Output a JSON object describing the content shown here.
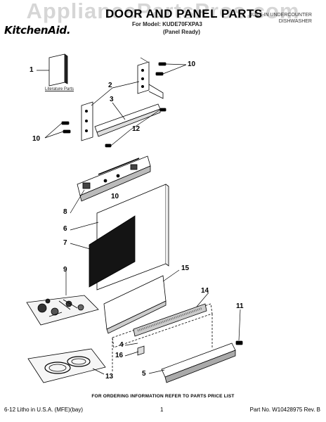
{
  "header": {
    "brand": "KitchenAid.",
    "title": "DOOR AND PANEL PARTS",
    "model_line": "For Model: KUDE70FXPA3",
    "panel_line": "(Panel Ready)",
    "subtitle": "BUILT-IN UNDERCOUNTER DISHWASHER",
    "watermark": "AppliancePartsPros.com"
  },
  "diagram": {
    "literature_label": "Literature Parts",
    "callouts": [
      {
        "id": "1",
        "text": "1"
      },
      {
        "id": "2",
        "text": "2"
      },
      {
        "id": "3",
        "text": "3"
      },
      {
        "id": "10a",
        "text": "10"
      },
      {
        "id": "10b",
        "text": "10"
      },
      {
        "id": "10c",
        "text": "10"
      },
      {
        "id": "12",
        "text": "12"
      },
      {
        "id": "8",
        "text": "8"
      },
      {
        "id": "6",
        "text": "6"
      },
      {
        "id": "7",
        "text": "7"
      },
      {
        "id": "9",
        "text": "9"
      },
      {
        "id": "15",
        "text": "15"
      },
      {
        "id": "14",
        "text": "14"
      },
      {
        "id": "11",
        "text": "11"
      },
      {
        "id": "4",
        "text": "4"
      },
      {
        "id": "16",
        "text": "16"
      },
      {
        "id": "5",
        "text": "5"
      },
      {
        "id": "13",
        "text": "13"
      }
    ]
  },
  "footer": {
    "order_note": "FOR ORDERING INFORMATION REFER TO PARTS PRICE LIST",
    "litho": "6-12 Litho in U.S.A. (MFE)(bay)",
    "page": "1",
    "part_no": "Part No. W10428975 Rev. B"
  }
}
